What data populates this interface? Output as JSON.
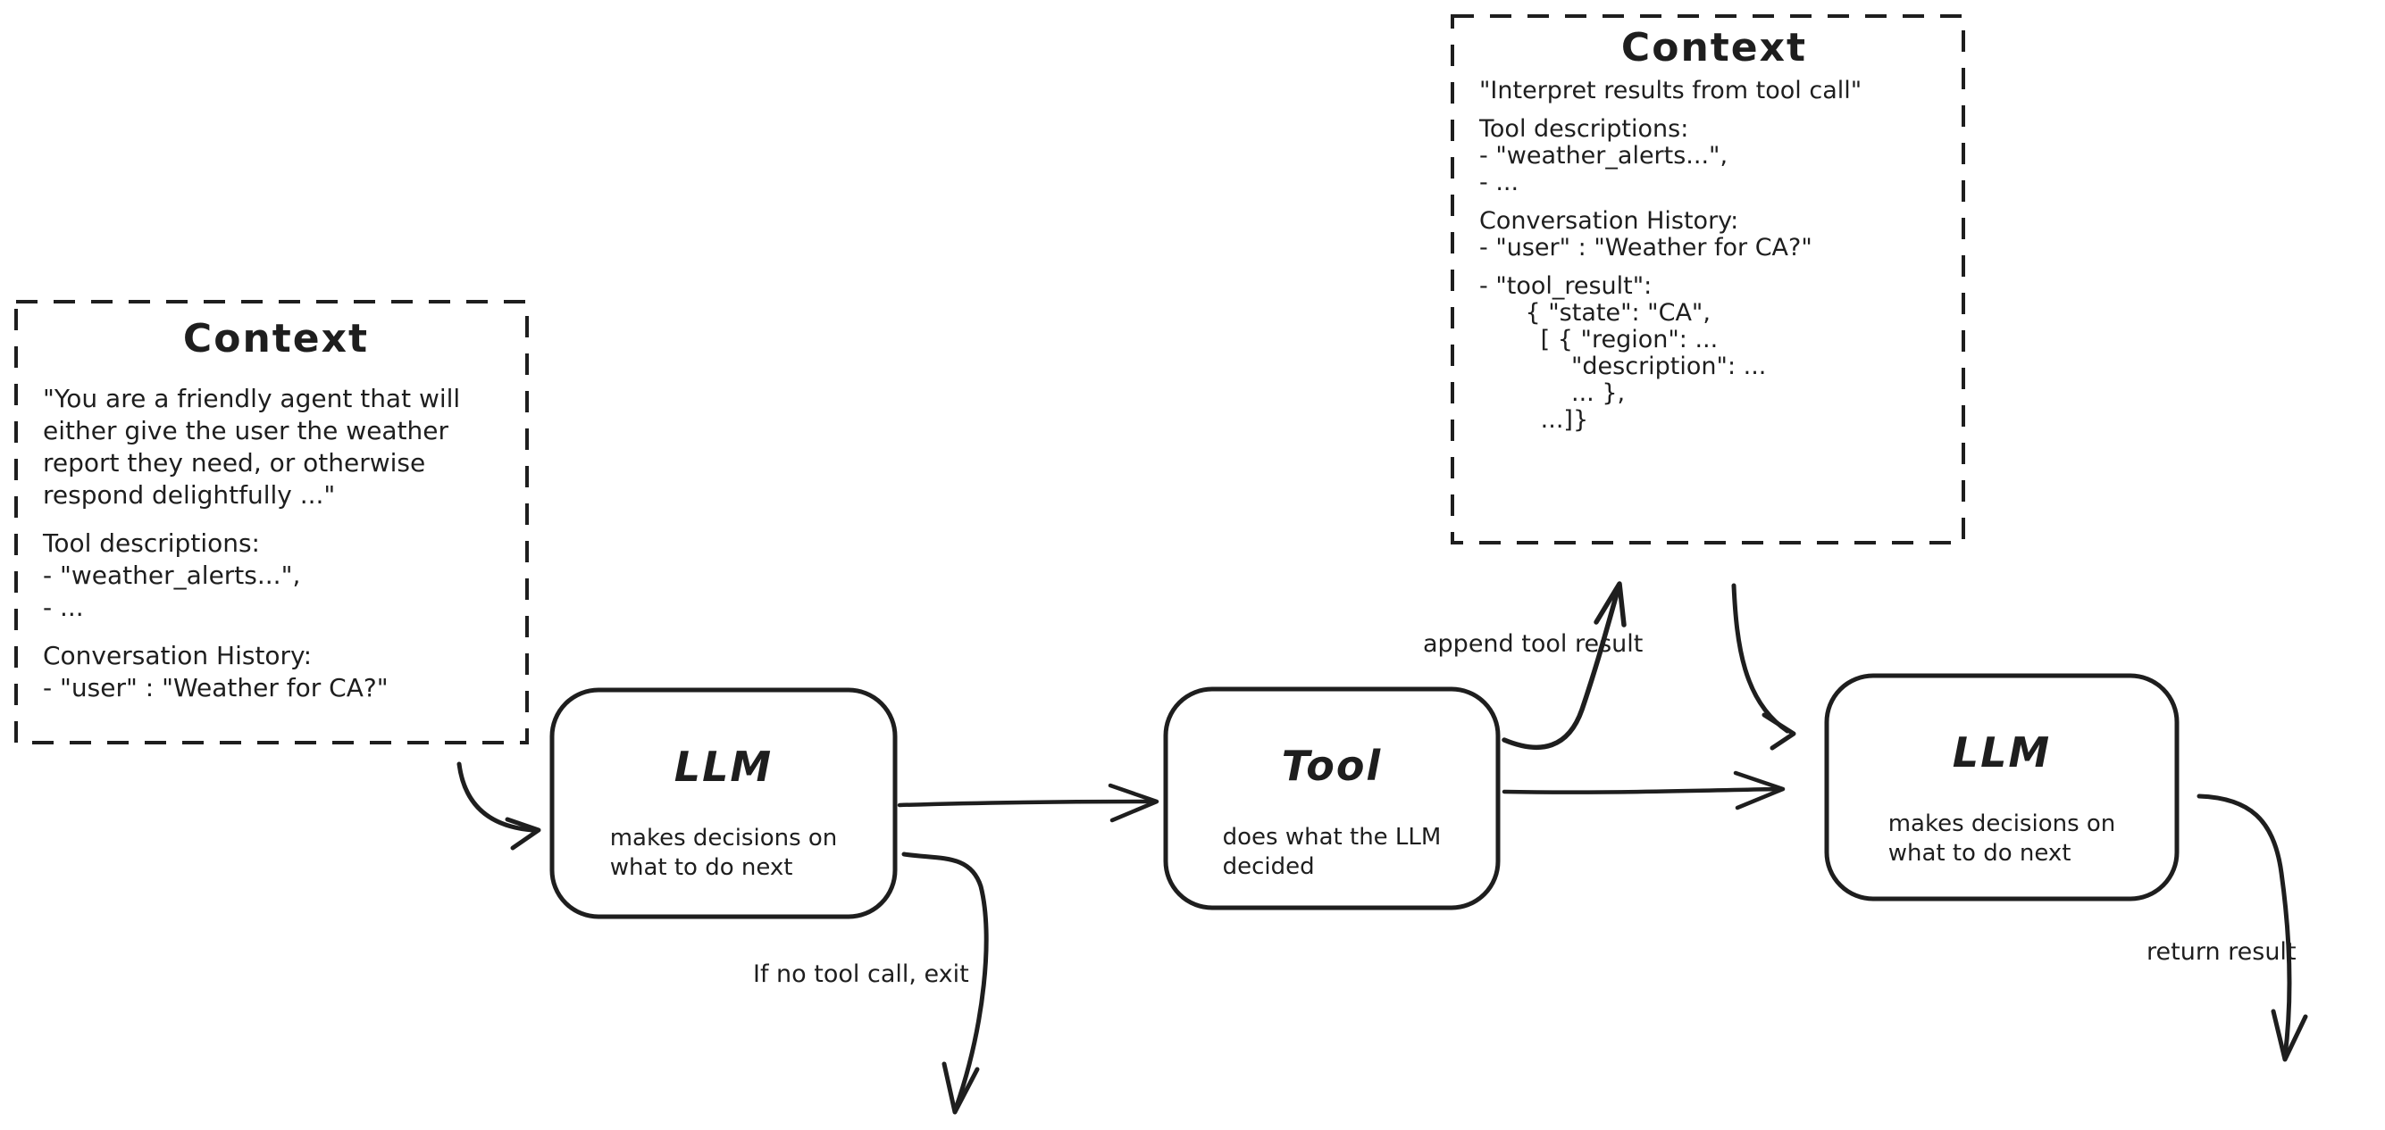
{
  "colors": {
    "stroke": "#1e1e1e",
    "background": "#ffffff"
  },
  "context_left": {
    "title": "Context",
    "blocks": [
      [
        "\"You are a friendly agent that will",
        "either give the user the weather",
        "report they need, or otherwise",
        "respond delightfully ...\""
      ],
      [
        "Tool descriptions:",
        "- \"weather_alerts...\",",
        "- ..."
      ],
      [
        "Conversation History:",
        "- \"user\" : \"Weather for CA?\""
      ]
    ]
  },
  "context_right": {
    "title": "Context",
    "blocks": [
      [
        "\"Interpret results from tool call\""
      ],
      [
        "Tool descriptions:",
        "- \"weather_alerts...\",",
        "- ..."
      ],
      [
        "Conversation History:",
        "- \"user\" : \"Weather for CA?\""
      ],
      [
        "- \"tool_result\":",
        "      { \"state\": \"CA\",",
        "        [ { \"region\": ...",
        "            \"description\": ...",
        "            ... },",
        "        ...]}"
      ]
    ]
  },
  "nodes": {
    "llm1": {
      "title": "LLM",
      "sub": [
        "makes decisions on",
        "what to do next"
      ]
    },
    "tool": {
      "title": "Tool",
      "sub": [
        "does what the LLM",
        "decided"
      ]
    },
    "llm2": {
      "title": "LLM",
      "sub": [
        "makes decisions on",
        "what to do next"
      ]
    }
  },
  "labels": {
    "append_tool_result": "append tool result",
    "if_no_tool_call": "If no tool call, exit",
    "return_result": "return result"
  }
}
